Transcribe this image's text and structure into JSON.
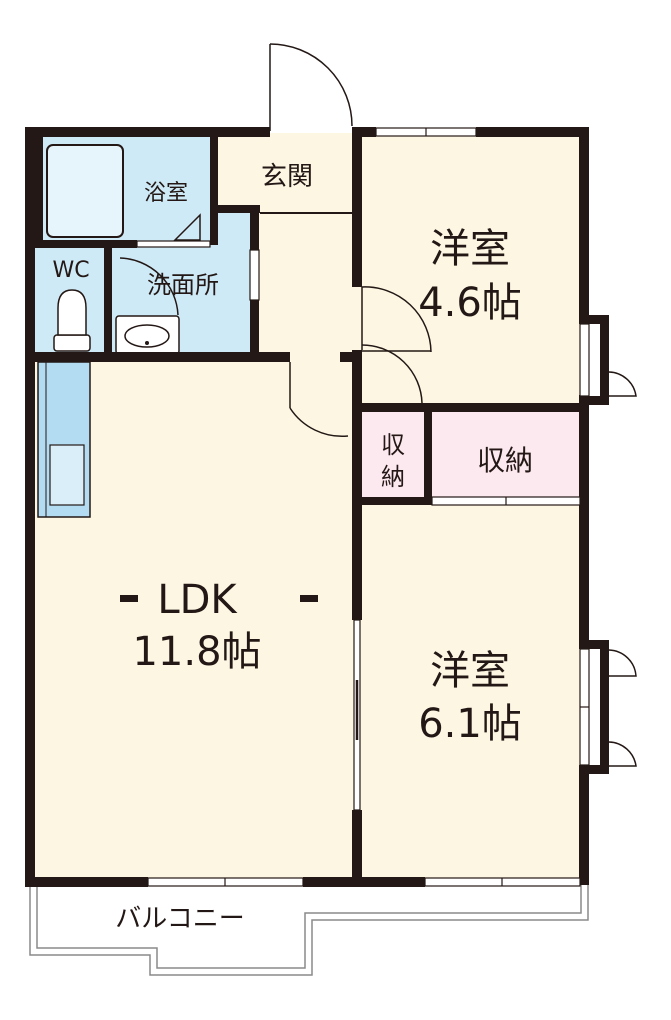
{
  "rooms": {
    "bath": {
      "name": "浴室"
    },
    "entrance": {
      "name": "玄関"
    },
    "wc": {
      "name": "WC"
    },
    "washroom": {
      "name": "洗面所"
    },
    "western_room_1": {
      "name": "洋室",
      "size": "4.6帖"
    },
    "closet_small": {
      "line1": "収",
      "line2": "納"
    },
    "closet_large": {
      "name": "収納"
    },
    "ldk": {
      "name": "LDK",
      "size": "11.8帖"
    },
    "western_room_2": {
      "name": "洋室",
      "size": "6.1帖"
    },
    "balcony": {
      "name": "バルコニー"
    }
  },
  "colors": {
    "wall": "#231815",
    "room_cream": "#fdf6e3",
    "wet_area_blue": "#cfeaf7",
    "fixture_blue": "#b3dcf2",
    "closet_pink": "#fce8ef"
  }
}
